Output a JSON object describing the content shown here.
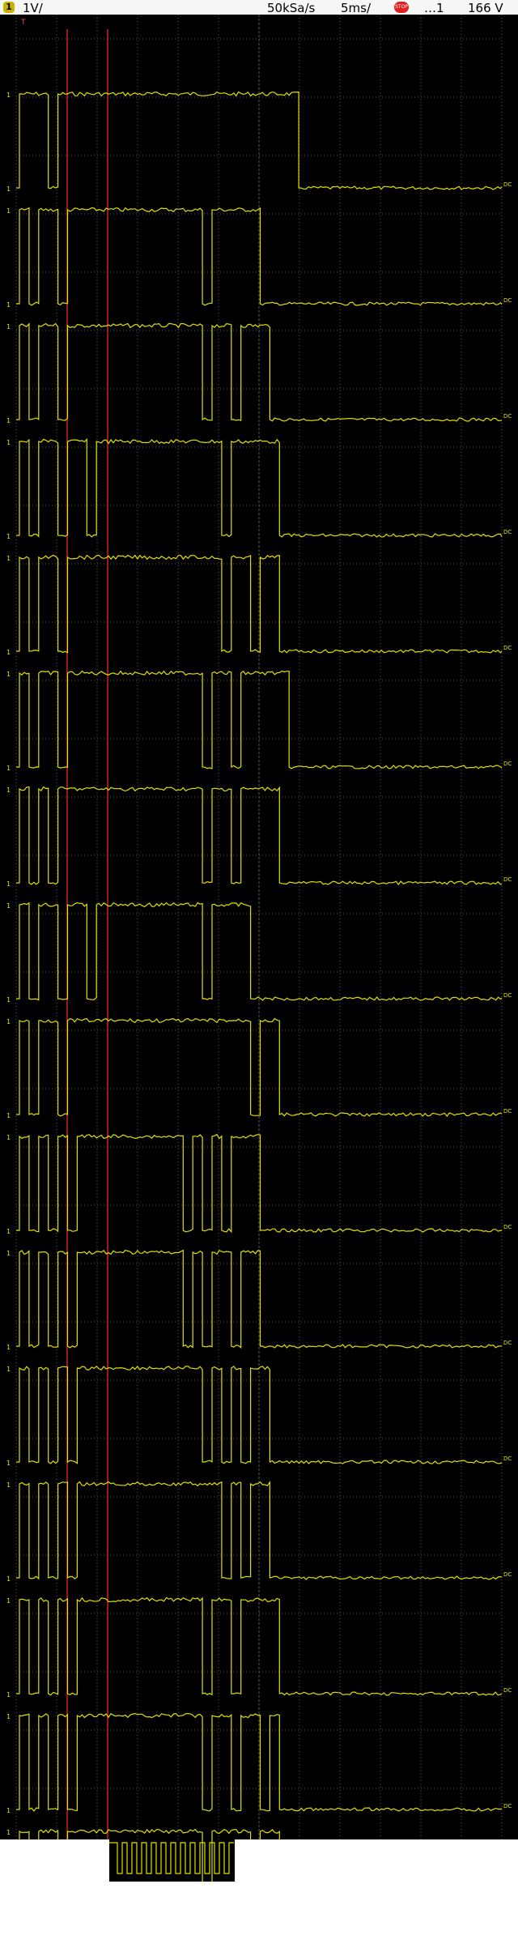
{
  "header": {
    "channel_badge": "1",
    "volts_per_div": "1V/",
    "sample_rate": "50kSa/s",
    "time_per_div": "5ms/",
    "run_state": "STOP",
    "trigger_source": "…1",
    "trigger_level": "166 V"
  },
  "markers": {
    "trigger_marker": "T",
    "channel_marker": "1",
    "dc_marker": "DC"
  },
  "colors": {
    "trace": "#e0e000",
    "grid": "#5a5a5a",
    "cursor": "#d02020",
    "screen": "#000000"
  },
  "captures": [
    [
      1,
      1,
      1,
      0,
      1,
      1,
      1,
      1,
      1,
      1,
      1,
      1,
      1,
      1,
      1,
      1,
      1,
      1,
      1,
      1,
      1,
      1,
      1,
      1,
      1,
      1,
      1,
      1,
      1
    ],
    [
      1,
      0,
      1,
      1,
      0,
      1,
      1,
      1,
      1,
      1,
      1,
      1,
      1,
      1,
      1,
      1,
      1,
      1,
      1,
      0,
      1,
      1,
      1,
      1,
      1
    ],
    [
      1,
      0,
      1,
      1,
      0,
      1,
      1,
      1,
      1,
      1,
      1,
      1,
      1,
      1,
      1,
      1,
      1,
      1,
      1,
      0,
      1,
      1,
      0,
      1,
      1,
      1
    ],
    [
      1,
      0,
      1,
      1,
      0,
      1,
      1,
      0,
      1,
      1,
      1,
      1,
      1,
      1,
      1,
      1,
      1,
      1,
      1,
      1,
      1,
      0,
      1,
      1,
      1,
      1,
      1
    ],
    [
      1,
      0,
      1,
      1,
      0,
      1,
      1,
      1,
      1,
      1,
      1,
      1,
      1,
      1,
      1,
      1,
      1,
      1,
      1,
      1,
      1,
      0,
      1,
      1,
      0,
      1,
      1
    ],
    [
      1,
      0,
      1,
      1,
      0,
      1,
      1,
      1,
      1,
      1,
      1,
      1,
      1,
      1,
      1,
      1,
      1,
      1,
      1,
      0,
      1,
      1,
      0,
      1,
      1,
      1,
      1,
      1
    ],
    [
      1,
      0,
      1,
      0,
      1,
      1,
      1,
      1,
      1,
      1,
      1,
      1,
      1,
      1,
      1,
      1,
      1,
      1,
      1,
      0,
      1,
      1,
      0,
      1,
      1,
      1,
      1
    ],
    [
      1,
      0,
      1,
      1,
      0,
      1,
      1,
      0,
      1,
      1,
      1,
      1,
      1,
      1,
      1,
      1,
      1,
      1,
      1,
      0,
      1,
      1,
      1,
      1
    ],
    [
      1,
      0,
      1,
      1,
      0,
      1,
      1,
      1,
      1,
      1,
      1,
      1,
      1,
      1,
      1,
      1,
      1,
      1,
      1,
      1,
      1,
      1,
      1,
      1,
      0,
      1,
      1
    ],
    [
      1,
      0,
      1,
      0,
      1,
      0,
      1,
      1,
      1,
      1,
      1,
      1,
      1,
      1,
      1,
      1,
      1,
      0,
      1,
      0,
      1,
      0,
      1,
      1,
      1
    ],
    [
      1,
      0,
      1,
      0,
      1,
      0,
      1,
      1,
      1,
      1,
      1,
      1,
      1,
      1,
      1,
      1,
      1,
      0,
      1,
      0,
      1,
      1,
      0,
      1,
      1
    ],
    [
      1,
      0,
      1,
      0,
      1,
      0,
      1,
      1,
      1,
      1,
      1,
      1,
      1,
      1,
      1,
      1,
      1,
      1,
      1,
      0,
      1,
      0,
      1,
      0,
      1,
      1
    ],
    [
      1,
      0,
      1,
      0,
      1,
      0,
      1,
      1,
      1,
      1,
      1,
      1,
      1,
      1,
      1,
      1,
      1,
      1,
      1,
      1,
      1,
      0,
      1,
      0,
      1,
      1
    ],
    [
      1,
      0,
      1,
      0,
      1,
      0,
      1,
      1,
      1,
      1,
      1,
      1,
      1,
      1,
      1,
      1,
      1,
      1,
      1,
      0,
      1,
      1,
      0,
      1,
      1,
      1,
      1
    ],
    [
      1,
      0,
      1,
      0,
      1,
      0,
      1,
      1,
      1,
      1,
      1,
      1,
      1,
      1,
      1,
      1,
      1,
      1,
      1,
      0,
      1,
      1,
      0,
      1,
      1,
      0,
      1
    ],
    [
      1,
      0,
      1,
      1,
      0,
      1,
      1,
      1,
      1,
      1,
      1,
      1,
      1,
      1,
      1,
      1,
      1,
      1,
      1,
      0,
      1,
      1,
      1,
      1,
      0,
      1,
      1
    ]
  ]
}
